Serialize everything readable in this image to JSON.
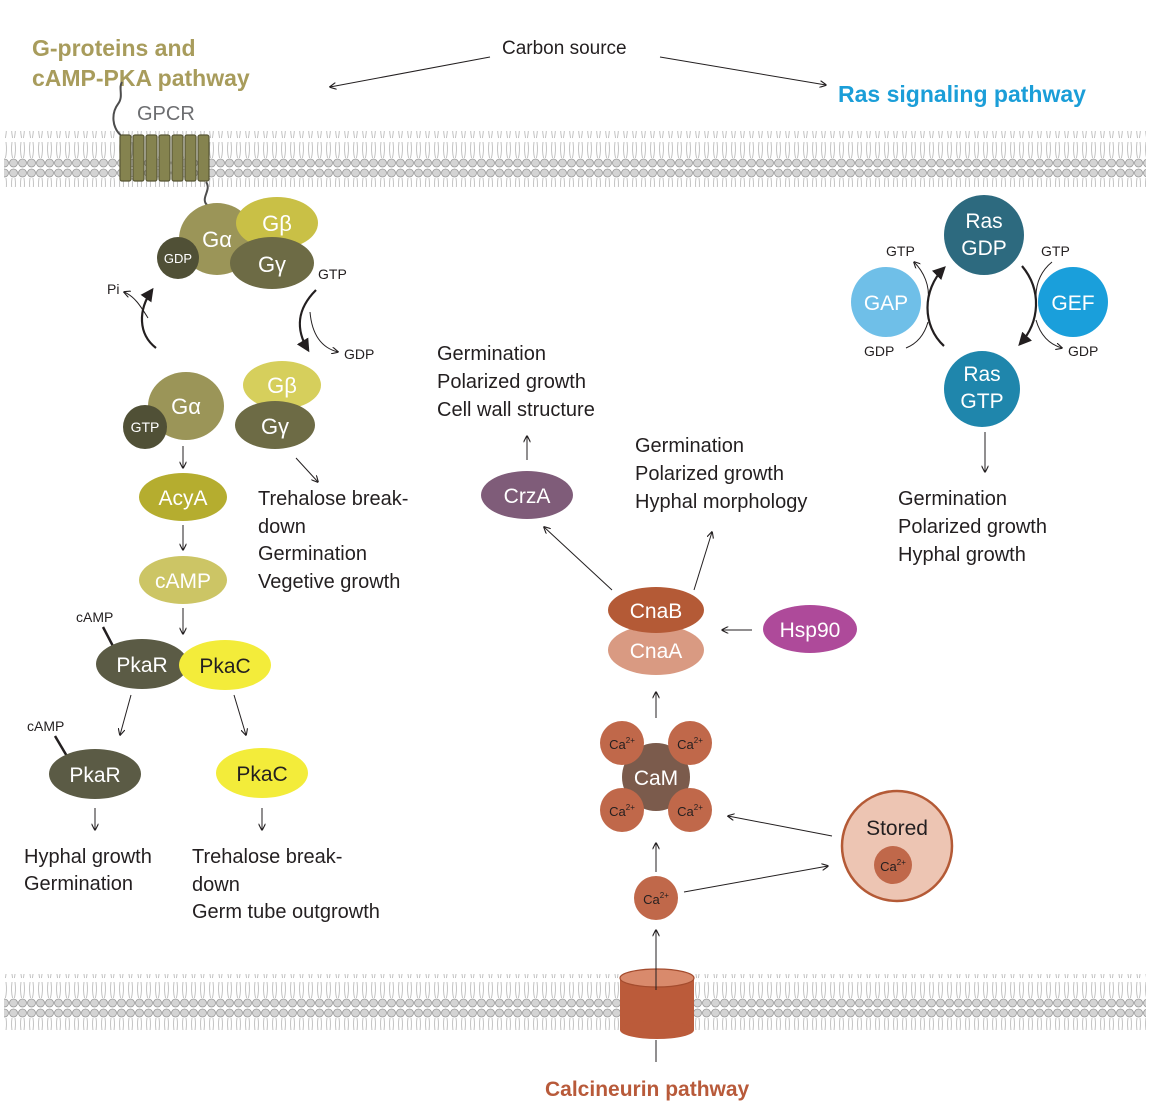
{
  "titles": {
    "gprotein_line1": "G-proteins and",
    "gprotein_line2": "cAMP-PKA pathway",
    "ras": "Ras signaling pathway",
    "calcineurin": "Calcineurin pathway",
    "carbon_source": "Carbon source"
  },
  "colors": {
    "gprotein_title": "#a89c5c",
    "ras_title": "#1b9ed8",
    "calcineurin_title": "#b85a3a",
    "membrane": "#c8c8c8"
  },
  "gpcr": {
    "label": "GPCR"
  },
  "heterotrimer": {
    "g_alpha": "Gα",
    "g_beta": "Gβ",
    "g_gamma": "Gγ",
    "gdp": "GDP",
    "gtp_in": "GTP",
    "gdp_out": "GDP",
    "pi": "Pi"
  },
  "active": {
    "g_alpha": "Gα",
    "gtp": "GTP",
    "g_beta": "Gβ",
    "g_gamma": "Gγ",
    "beta_gamma_effects": [
      "Trehalose break-",
      "down",
      "Germination",
      "Vegetive growth"
    ]
  },
  "camp_path": {
    "acya": "AcyA",
    "camp": "cAMP",
    "pkar": "PkaR",
    "pkac": "PkaC",
    "camp_tag": "cAMP",
    "pkar_free": "PkaR",
    "pkac_free": "PkaC",
    "camp_tag_free": "cAMP",
    "pkar_effects": [
      "Hyphal growth",
      "Germination"
    ],
    "pkac_effects": [
      "Trehalose break-",
      "down",
      "Germ tube outgrowth"
    ]
  },
  "ras": {
    "ras_gdp_line1": "Ras",
    "ras_gdp_line2": "GDP",
    "ras_gtp_line1": "Ras",
    "ras_gtp_line2": "GTP",
    "gap": "GAP",
    "gef": "GEF",
    "gap_gtp": "GTP",
    "gap_gdp": "GDP",
    "gef_gtp": "GTP",
    "gef_gdp": "GDP",
    "effects": [
      "Germination",
      "Polarized growth",
      "Hyphal growth"
    ]
  },
  "calcineurin": {
    "crza": "CrzA",
    "crza_effects": [
      "Germination",
      "Polarized growth",
      "Cell wall structure"
    ],
    "cnab": "CnaB",
    "cnaa": "CnaA",
    "cn_effects": [
      "Germination",
      "Polarized growth",
      "Hyphal morphology"
    ],
    "hsp90": "Hsp90",
    "cam": "CaM",
    "ca_base": "Ca",
    "ca_sup": "2+",
    "stored": "Stored"
  }
}
